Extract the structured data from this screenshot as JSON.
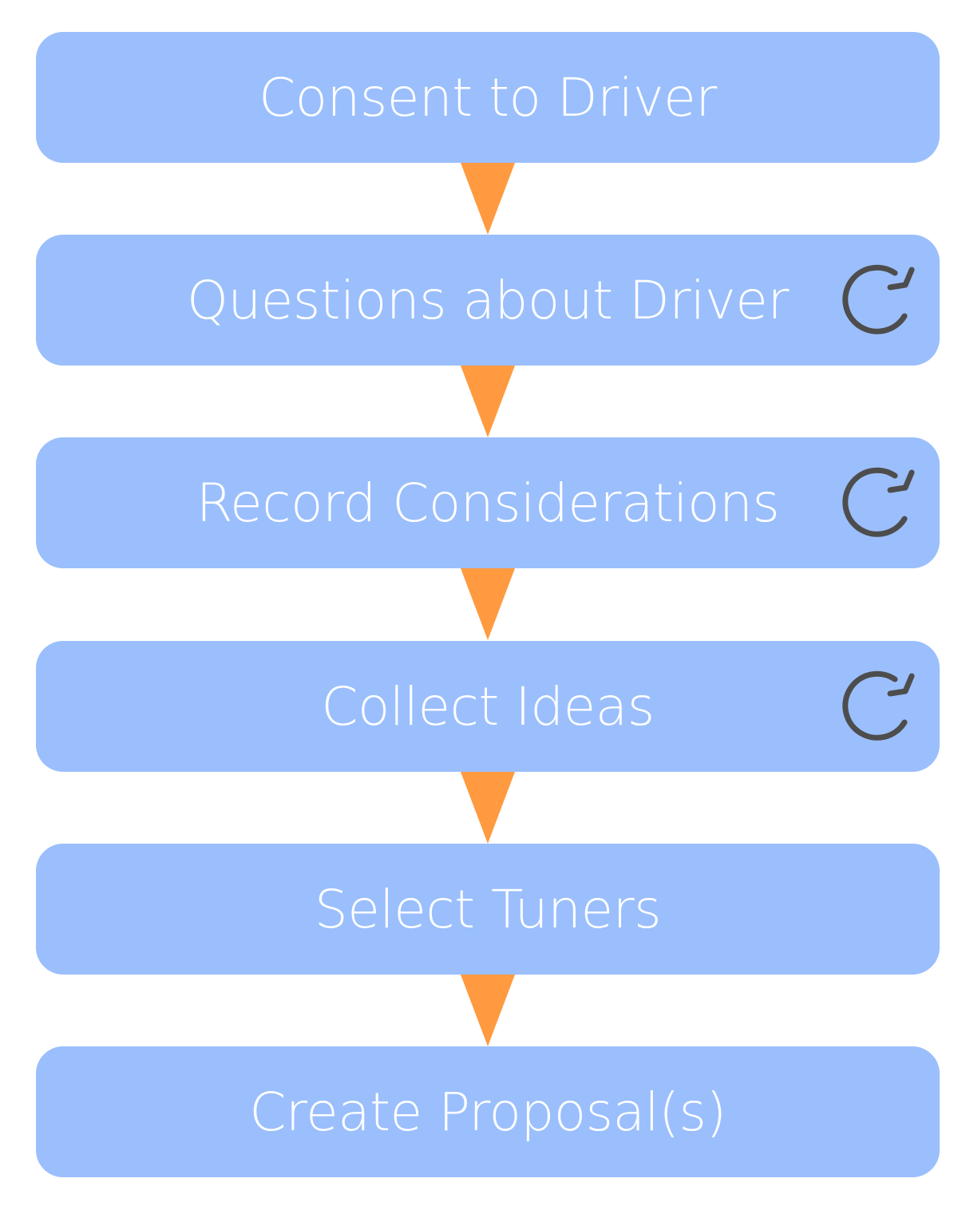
{
  "diagram": {
    "type": "vertical-flow",
    "colors": {
      "box_fill": "#9bbffc",
      "box_text": "#ffffff",
      "arrow": "#ff9a40",
      "loop_icon": "#4d4d4d"
    },
    "steps": [
      {
        "label": "Consent to Driver",
        "repeatable": false
      },
      {
        "label": "Questions about Driver",
        "repeatable": true,
        "icon": "loop-icon"
      },
      {
        "label": "Record Considerations",
        "repeatable": true,
        "icon": "loop-icon"
      },
      {
        "label": "Collect Ideas",
        "repeatable": true,
        "icon": "loop-icon"
      },
      {
        "label": "Select Tuners",
        "repeatable": false
      },
      {
        "label": "Create Proposal(s)",
        "repeatable": false
      }
    ]
  }
}
